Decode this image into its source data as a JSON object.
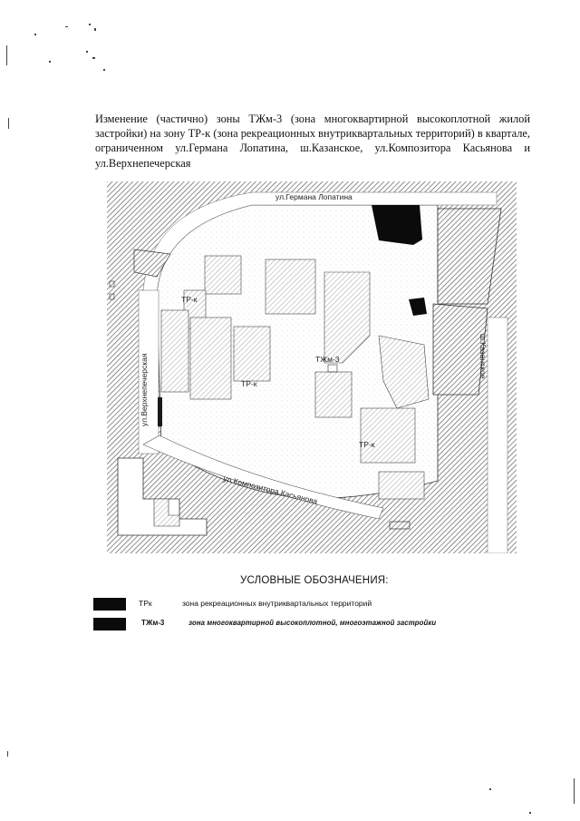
{
  "heading": "Изменение (частично) зоны ТЖм-3 (зона многоквартирной высокоплотной жилой застройки) на зону ТР-к (зона рекреационных внутриквартальных территорий) в квартале, ограниченном ул.Германа Лопатина, ш.Казанское, ул.Композитора Касьянова и ул.Верхнепечерская",
  "map": {
    "streets": {
      "lopatina": "ул.Германа Лопатина",
      "verkhnepecherskaya": "ул.Верхнепечерская",
      "kasyanova": "ул.Композитора Касьянова",
      "kazanskoe": "ш.Казанское"
    },
    "zone_labels": {
      "trk_west": "ТР-к",
      "trk_center": "ТР-к",
      "trk_east": "ТР-к",
      "tzhm3": "ТЖм-3"
    }
  },
  "legend": {
    "title": "УСЛОВНЫЕ ОБОЗНАЧЕНИЯ:",
    "items": [
      {
        "code": "ТРк",
        "description": "зона рекреационных внутриквартальных территорий",
        "color": "#0b0b0b"
      },
      {
        "code": "ТЖм-3",
        "description": "зона многоквартирной высокоплотной, многоэтажной застройки",
        "color": "#0b0b0b"
      }
    ]
  }
}
